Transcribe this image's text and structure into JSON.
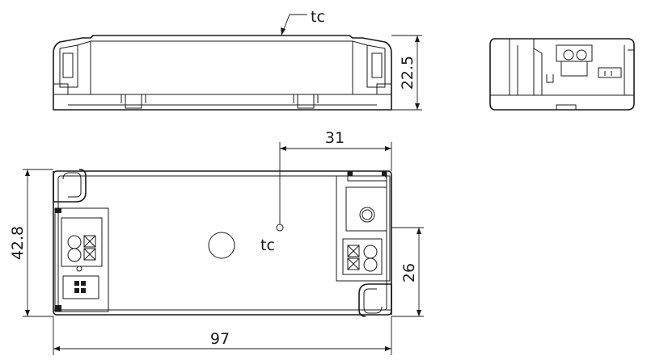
{
  "labels": {
    "tc_top": "tc",
    "tc_center": "tc"
  },
  "dimensions": {
    "height": "22.5",
    "width": "42.8",
    "tc_offset": "31",
    "terminal_offset": "26",
    "length": "97"
  },
  "colors": {
    "line": "#1a1a1a",
    "background": "#ffffff"
  }
}
